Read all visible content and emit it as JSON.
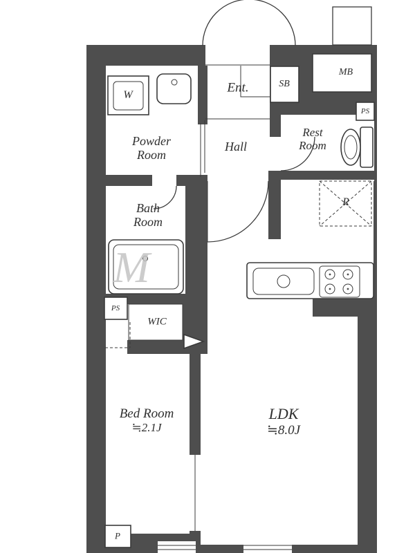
{
  "colors": {
    "wall": "#4e4e4e",
    "line": "#3a3a3a",
    "bg": "#ffffff"
  },
  "labels": {
    "ent": "Ent.",
    "sb": "SB",
    "mb": "MB",
    "ps_top": "PS",
    "ps_left": "PS",
    "rest_room_line1": "Rest",
    "rest_room_line2": "Room",
    "hall": "Hall",
    "powder_line1": "Powder",
    "powder_line2": "Room",
    "washer": "W",
    "bath_line1": "Bath",
    "bath_line2": "Room",
    "fridge": "R",
    "wic": "WIC",
    "bedroom_name": "Bed Room",
    "bedroom_size": "≒2.1J",
    "ldk_name": "LDK",
    "ldk_size": "≒8.0J",
    "parking": "P",
    "watermark": "M"
  }
}
